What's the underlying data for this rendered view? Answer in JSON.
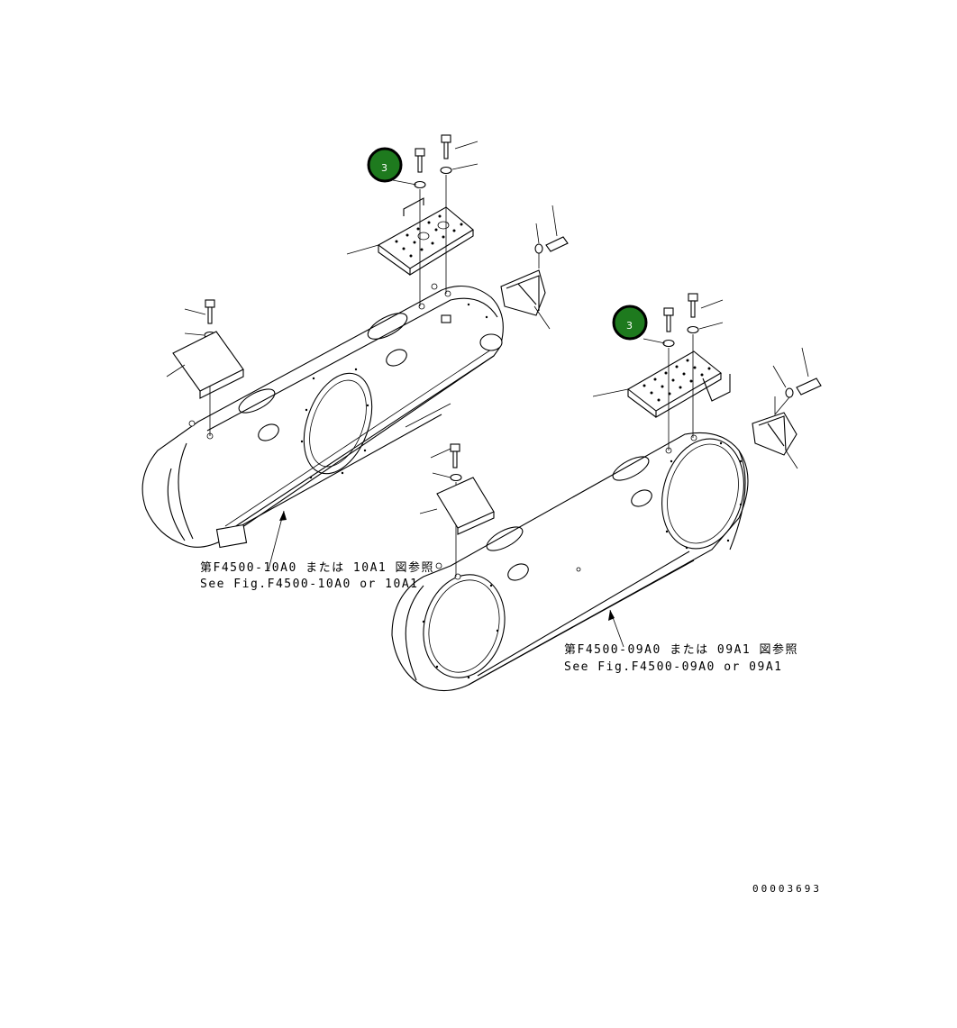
{
  "callouts": [
    {
      "label": "3",
      "color": "#1e7a1e"
    },
    {
      "label": "3",
      "color": "#1e7a1e"
    }
  ],
  "references": {
    "left_jp": "第F4500-10A0 または 10A1 図参照",
    "left_en": "See Fig.F4500-10A0 or 10A1",
    "right_jp": "第F4500-09A0 または 09A1 図参照",
    "right_en": "See Fig.F4500-09A0 or 09A1"
  },
  "drawing_number": "00003693"
}
